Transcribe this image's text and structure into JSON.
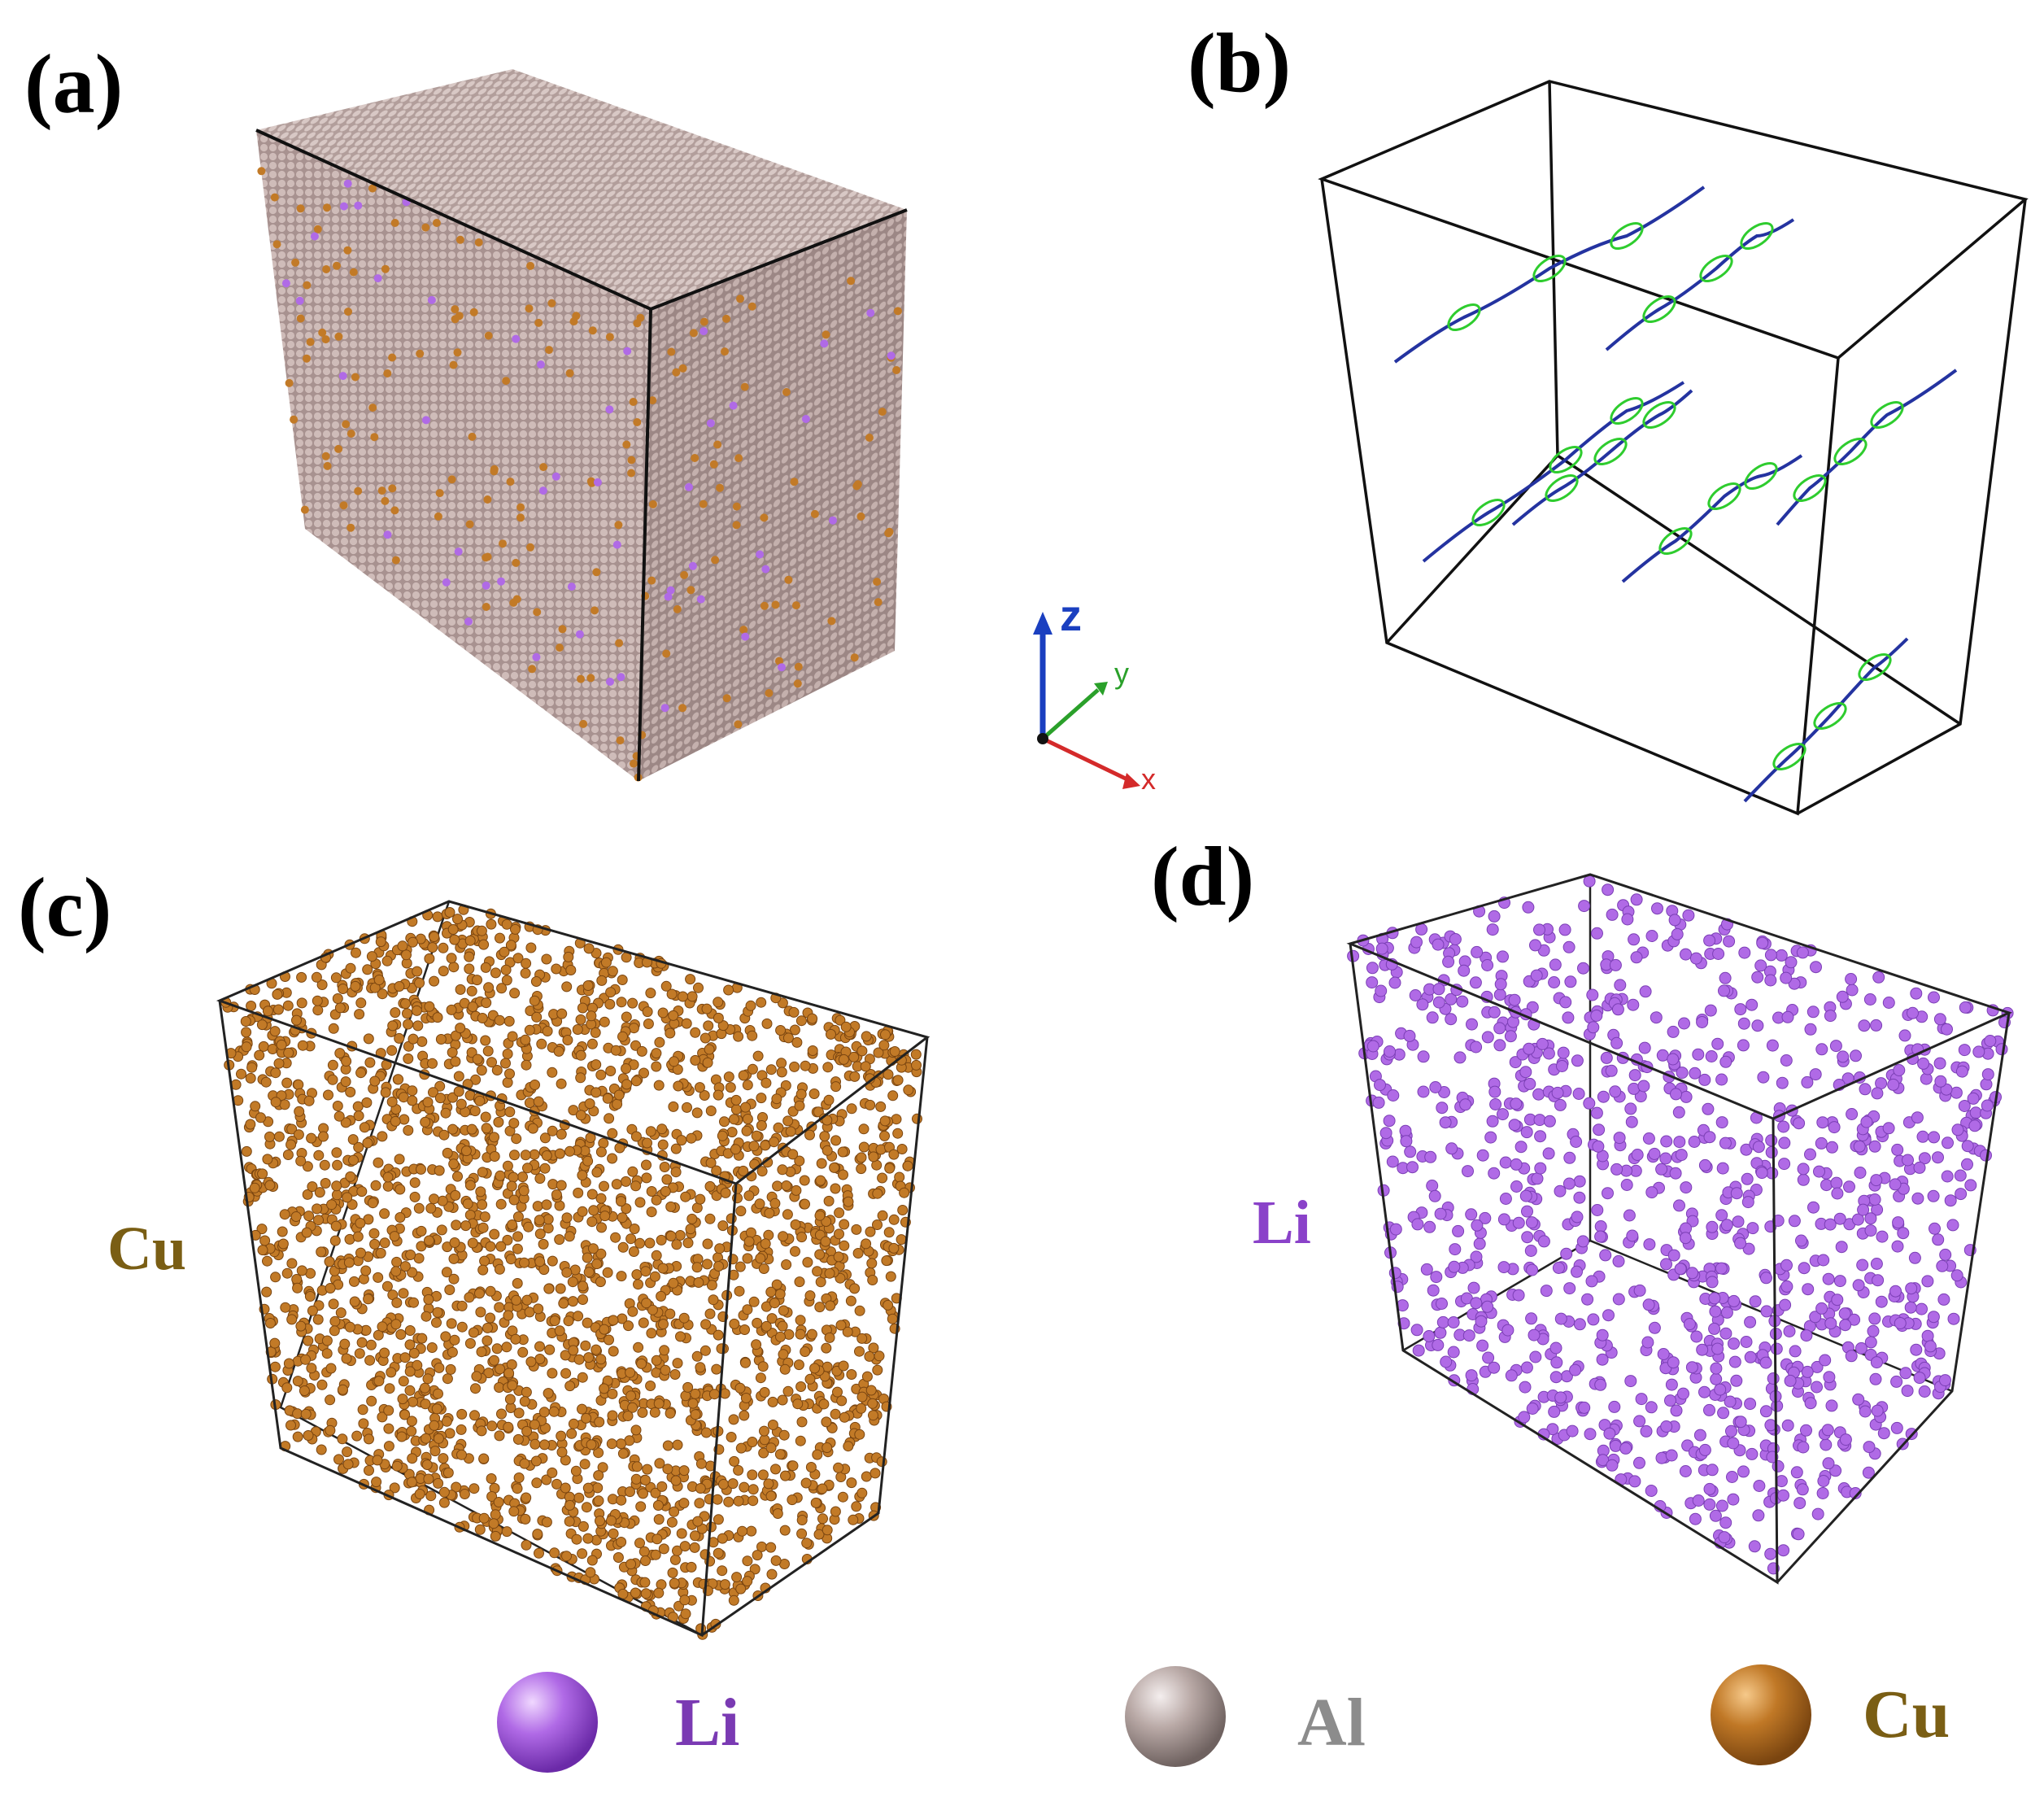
{
  "panels": {
    "a": {
      "label": "(a)"
    },
    "b": {
      "label": "(b)"
    },
    "c": {
      "label": "(c)",
      "element": "Cu"
    },
    "d": {
      "label": "(d)",
      "element": "Li"
    }
  },
  "axes_triad": {
    "z": "z",
    "y": "y",
    "x": "x"
  },
  "legend": [
    {
      "name": "Li",
      "color": "#a35ae6",
      "text_color": "#7a3ab3"
    },
    {
      "name": "Al",
      "color": "#b9a9a6",
      "text_color": "#8c8c8c"
    },
    {
      "name": "Cu",
      "color": "#c07826",
      "text_color": "#7a5e14"
    }
  ],
  "colors": {
    "cu_atom": "#c27a27",
    "li_atom": "#b06ae6",
    "al_atom": "#b8a2a0",
    "dislocation_blue": "#2433a0",
    "dislocation_green": "#2ecc2e",
    "axis_z": "#1a3fc0",
    "axis_y": "#2aa02a",
    "axis_x": "#d42a2a"
  }
}
